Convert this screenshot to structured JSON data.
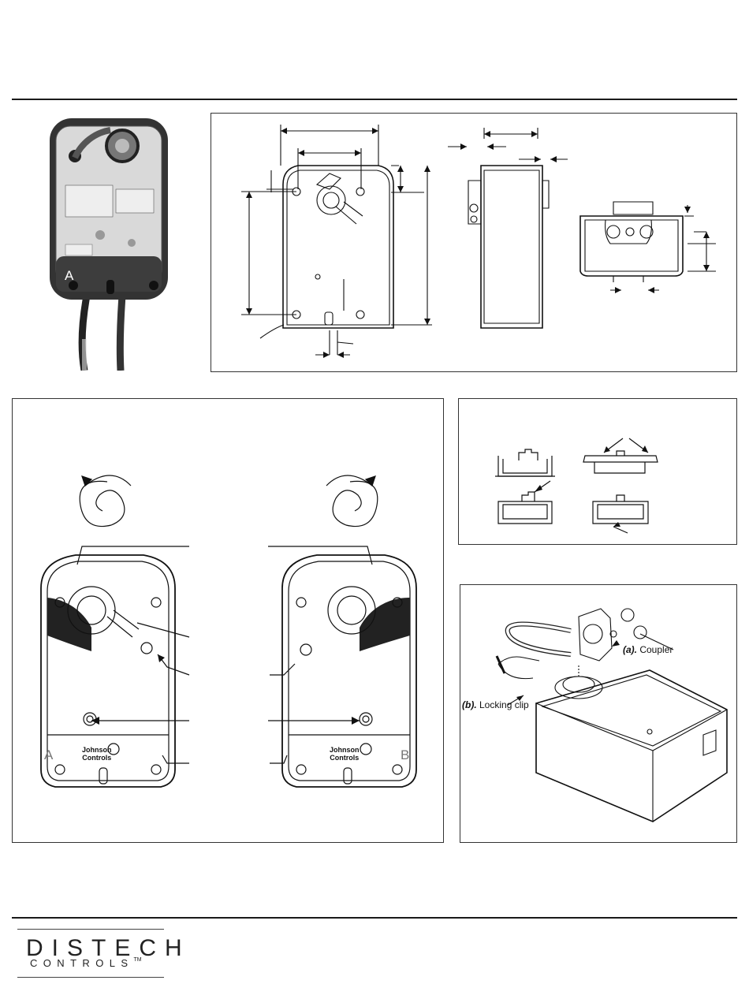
{
  "document": {
    "coupler_callout": {
      "letter": "(a).",
      "text": "Coupler"
    },
    "clip_callout": {
      "letter": "(b).",
      "text": "Locking clip"
    },
    "photo_labels": {
      "face_a": "A"
    },
    "mode_letters": {
      "a": "A",
      "b": "B"
    },
    "brand_on_actuator": {
      "line1": "Johnson",
      "line2": "Controls"
    }
  },
  "footer": {
    "logo_line1": "DISTECH",
    "logo_line2": "CONTROLS",
    "logo_tm": "TM"
  },
  "colors": {
    "ink": "#1a1a1a",
    "photo_body": "#3a3a3a",
    "panel_border": "#333333"
  }
}
